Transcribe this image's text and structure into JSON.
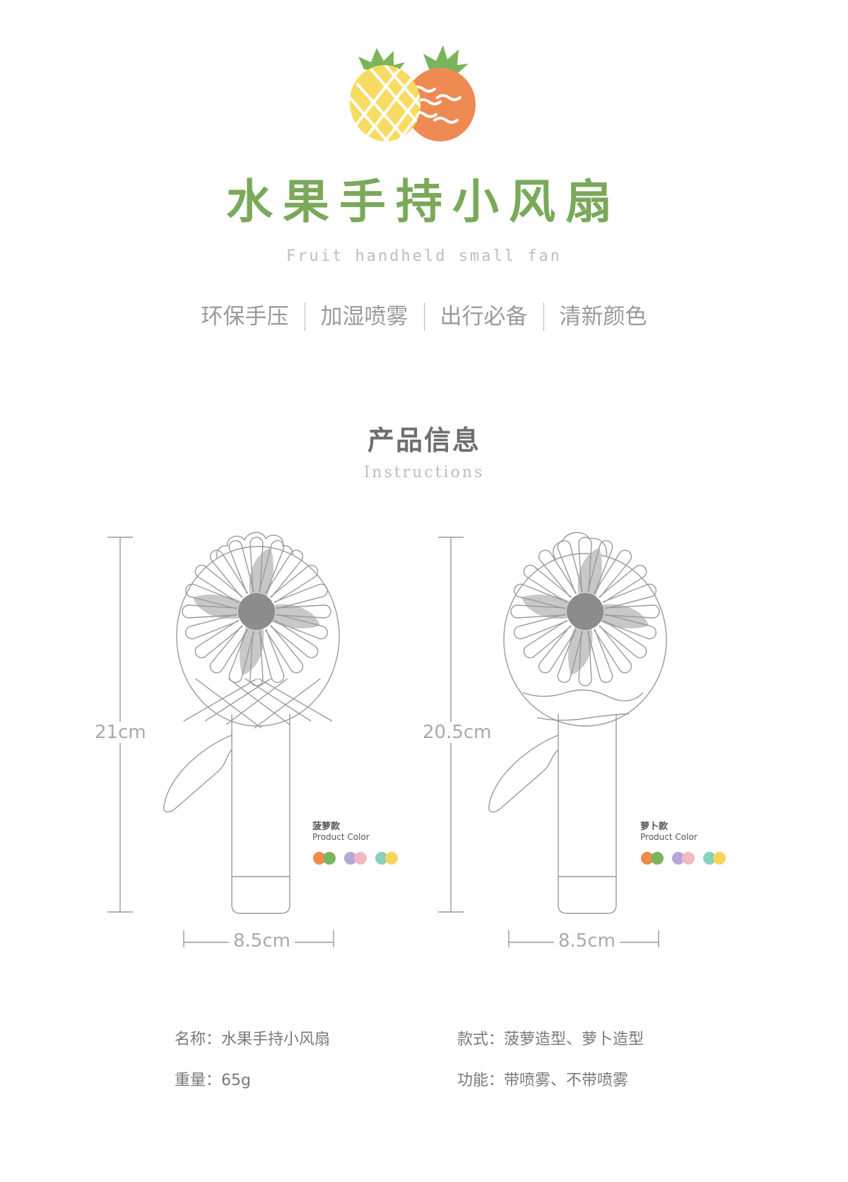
{
  "header": {
    "title": "水果手持小风扇",
    "subtitle": "Fruit handheld small fan"
  },
  "features": [
    "环保手压",
    "加湿喷雾",
    "出行必备",
    "清新颜色"
  ],
  "section": {
    "title": "产品信息",
    "subtitle": "Instructions"
  },
  "products": [
    {
      "height_label": "21cm",
      "width_label": "8.5cm",
      "variant_name": "菠萝款",
      "color_label": "Product Color",
      "color_pairs": [
        [
          "#f08a4b",
          "#7ab55c"
        ],
        [
          "#b5a8d8",
          "#f1b9c2"
        ],
        [
          "#86d0bd",
          "#f6d55a"
        ]
      ]
    },
    {
      "height_label": "20.5cm",
      "width_label": "8.5cm",
      "variant_name": "萝卜款",
      "color_label": "Product Color",
      "color_pairs": [
        [
          "#f08a4b",
          "#7ab55c"
        ],
        [
          "#b5a8d8",
          "#f1b9c2"
        ],
        [
          "#86d0bd",
          "#f6d55a"
        ]
      ]
    }
  ],
  "info": {
    "name": "名称：水果手持小风扇",
    "style": "款式：菠萝造型、萝卜造型",
    "weight": "重量：65g",
    "function": "功能：带喷雾、不带喷雾"
  },
  "colors": {
    "title_green": "#7aa95a",
    "pineapple_yellow": "#f8db62",
    "fruit_orange": "#ef8a52",
    "leaf_green": "#7ab55c",
    "line_gray": "#9a9a9a",
    "blade_gray": "#c8c8c8",
    "hub_gray": "#8c8c8c"
  },
  "icons": {
    "logo": "pineapple-and-carrot-logo"
  }
}
